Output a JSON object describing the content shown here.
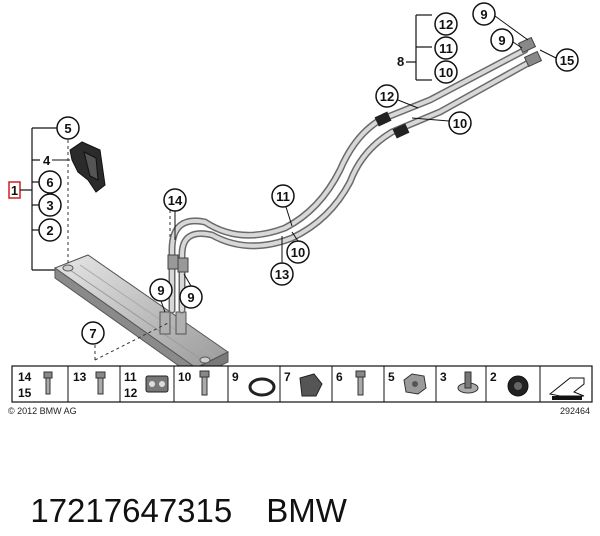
{
  "part_number": "17217647315",
  "brand": "BMW",
  "copyright": "© 2012 BMW AG",
  "diagram_id": "292464",
  "group_labels": {
    "main": "1",
    "bracket": "4",
    "pipes": "8"
  },
  "callouts": {
    "c5": "5",
    "c6": "6",
    "c3": "3",
    "c2": "2",
    "c7": "7",
    "c14": "14",
    "c9a": "9",
    "c9b": "9",
    "c11a": "11",
    "c10a": "10",
    "c13": "13",
    "c12a": "12",
    "c10b": "10",
    "c12b": "12",
    "c11b": "11",
    "c10c": "10",
    "c9c": "9",
    "c9d": "9",
    "c15": "15"
  },
  "parts_strip": [
    {
      "top": "14",
      "bottom": "15"
    },
    {
      "top": "13",
      "bottom": ""
    },
    {
      "top": "11",
      "bottom": "12"
    },
    {
      "top": "10",
      "bottom": ""
    },
    {
      "top": "9",
      "bottom": ""
    },
    {
      "top": "7",
      "bottom": ""
    },
    {
      "top": "6",
      "bottom": ""
    },
    {
      "top": "5",
      "bottom": ""
    },
    {
      "top": "3",
      "bottom": ""
    },
    {
      "top": "2",
      "bottom": ""
    }
  ]
}
